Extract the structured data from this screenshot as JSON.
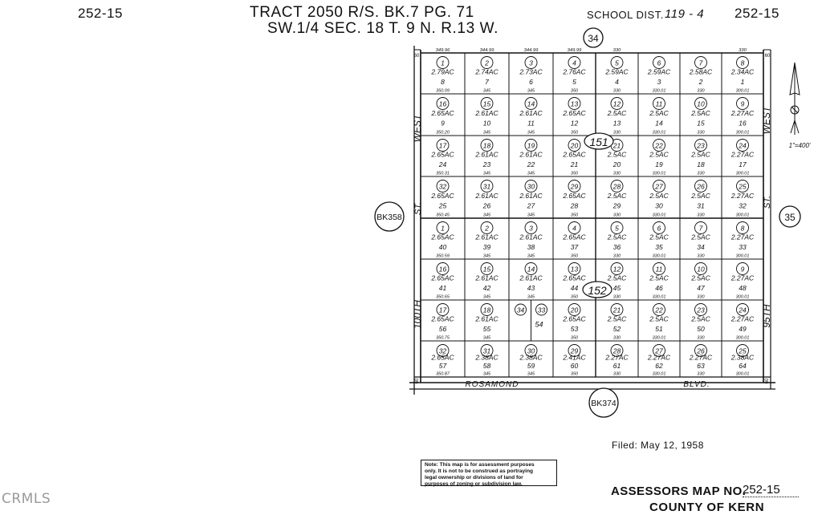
{
  "header": {
    "map_number_left": "252-15",
    "map_number_right": "252-15",
    "title_line1": "TRACT 2050 R/S. BK.7 PG. 71",
    "title_line2": "SW.1/4 SEC. 18 T. 9 N. R.13 W.",
    "school_label": "SCHOOL DIST.",
    "school_value": "119 - 4"
  },
  "adjacent": {
    "top": "34",
    "left": "BK358",
    "right": "35",
    "bottom": "BK374"
  },
  "streets": {
    "west_upper": "WEST",
    "west_lower": "100TH",
    "st_left": "ST.",
    "east_upper": "WEST",
    "east_lower": "95TH",
    "st_right": "ST.",
    "south_a": "ROSAMOND",
    "south_b": "BLVD."
  },
  "block_labels": [
    "151",
    "152"
  ],
  "scale": "1\"=400'",
  "edge_dims": {
    "top_left": "60",
    "bottom_left": "60",
    "bottom_right": "60",
    "top_right": "60"
  },
  "north_arrow": {
    "icon": "north-arrow-icon"
  },
  "parcel_rows": [
    [
      {
        "lot": "1",
        "acres": "2.79AC",
        "parcel": "8",
        "dim": "350.09"
      },
      {
        "lot": "2",
        "acres": "2.74AC",
        "parcel": "7",
        "dim": "345"
      },
      {
        "lot": "3",
        "acres": "2.73AC",
        "parcel": "6",
        "dim": "345"
      },
      {
        "lot": "4",
        "acres": "2.76AC",
        "parcel": "5",
        "dim": "350"
      },
      {
        "lot": "5",
        "acres": "2.59AC",
        "parcel": "4",
        "dim": "330"
      },
      {
        "lot": "6",
        "acres": "2.59AC",
        "parcel": "3",
        "dim": "330.01"
      },
      {
        "lot": "7",
        "acres": "2.58AC",
        "parcel": "2",
        "dim": "330"
      },
      {
        "lot": "8",
        "acres": "2.34AC",
        "parcel": "1",
        "dim": "300.01"
      }
    ],
    [
      {
        "lot": "16",
        "acres": "2.65AC",
        "parcel": "9",
        "dim": "350.20"
      },
      {
        "lot": "15",
        "acres": "2.61AC",
        "parcel": "10",
        "dim": "345"
      },
      {
        "lot": "14",
        "acres": "2.61AC",
        "parcel": "11",
        "dim": "345"
      },
      {
        "lot": "13",
        "acres": "2.65AC",
        "parcel": "12",
        "dim": "350"
      },
      {
        "lot": "12",
        "acres": "2.5AC",
        "parcel": "13",
        "dim": "330"
      },
      {
        "lot": "11",
        "acres": "2.5AC",
        "parcel": "14",
        "dim": "330.01"
      },
      {
        "lot": "10",
        "acres": "2.5AC",
        "parcel": "15",
        "dim": "330"
      },
      {
        "lot": "9",
        "acres": "2.27AC",
        "parcel": "16",
        "dim": "300.01"
      }
    ],
    [
      {
        "lot": "17",
        "acres": "2.65AC",
        "parcel": "24",
        "dim": "350.31"
      },
      {
        "lot": "18",
        "acres": "2.61AC",
        "parcel": "23",
        "dim": "345"
      },
      {
        "lot": "19",
        "acres": "2.61AC",
        "parcel": "22",
        "dim": "345"
      },
      {
        "lot": "20",
        "acres": "2.65AC",
        "parcel": "21",
        "dim": "350"
      },
      {
        "lot": "21",
        "acres": "2.5AC",
        "parcel": "20",
        "dim": "330"
      },
      {
        "lot": "22",
        "acres": "2.5AC",
        "parcel": "19",
        "dim": "330.01"
      },
      {
        "lot": "23",
        "acres": "2.5AC",
        "parcel": "18",
        "dim": "330"
      },
      {
        "lot": "24",
        "acres": "2.27AC",
        "parcel": "17",
        "dim": "300.01"
      }
    ],
    [
      {
        "lot": "32",
        "acres": "2.65AC",
        "parcel": "25",
        "dim": "350.45"
      },
      {
        "lot": "31",
        "acres": "2.61AC",
        "parcel": "26",
        "dim": "345"
      },
      {
        "lot": "30",
        "acres": "2.61AC",
        "parcel": "27",
        "dim": "345"
      },
      {
        "lot": "29",
        "acres": "2.65AC",
        "parcel": "28",
        "dim": "350"
      },
      {
        "lot": "28",
        "acres": "2.5AC",
        "parcel": "29",
        "dim": "330"
      },
      {
        "lot": "27",
        "acres": "2.5AC",
        "parcel": "30",
        "dim": "330.01"
      },
      {
        "lot": "26",
        "acres": "2.5AC",
        "parcel": "31",
        "dim": "330"
      },
      {
        "lot": "25",
        "acres": "2.27AC",
        "parcel": "32",
        "dim": "300.01"
      }
    ],
    [
      {
        "lot": "1",
        "acres": "2.65AC",
        "parcel": "40",
        "dim": "350.59"
      },
      {
        "lot": "2",
        "acres": "2.61AC",
        "parcel": "39",
        "dim": "345"
      },
      {
        "lot": "3",
        "acres": "2.61AC",
        "parcel": "38",
        "dim": "345"
      },
      {
        "lot": "4",
        "acres": "2.65AC",
        "parcel": "37",
        "dim": "350"
      },
      {
        "lot": "5",
        "acres": "2.5AC",
        "parcel": "36",
        "dim": "330"
      },
      {
        "lot": "6",
        "acres": "2.5AC",
        "parcel": "35",
        "dim": "330.01"
      },
      {
        "lot": "7",
        "acres": "2.5AC",
        "parcel": "34",
        "dim": "330"
      },
      {
        "lot": "8",
        "acres": "2.27AC",
        "parcel": "33",
        "dim": "300.01"
      }
    ],
    [
      {
        "lot": "16",
        "acres": "2.65AC",
        "parcel": "41",
        "dim": "350.65"
      },
      {
        "lot": "15",
        "acres": "2.61AC",
        "parcel": "42",
        "dim": "345"
      },
      {
        "lot": "14",
        "acres": "2.61AC",
        "parcel": "43",
        "dim": "345"
      },
      {
        "lot": "13",
        "acres": "2.65AC",
        "parcel": "44",
        "dim": "350"
      },
      {
        "lot": "12",
        "acres": "2.5AC",
        "parcel": "45",
        "dim": "330"
      },
      {
        "lot": "11",
        "acres": "2.5AC",
        "parcel": "46",
        "dim": "330.01"
      },
      {
        "lot": "10",
        "acres": "2.5AC",
        "parcel": "47",
        "dim": "330"
      },
      {
        "lot": "9",
        "acres": "2.27AC",
        "parcel": "48",
        "dim": "300.01"
      }
    ],
    [
      {
        "lot": "17",
        "acres": "2.65AC",
        "parcel": "56",
        "dim": "350.75"
      },
      {
        "lot": "18",
        "acres": "2.61AC",
        "parcel": "55",
        "dim": "345"
      },
      {
        "lot": "34 33",
        "acres": "",
        "parcel": "54",
        "dim": ""
      },
      {
        "lot": "20",
        "acres": "2.65AC",
        "parcel": "53",
        "dim": "350"
      },
      {
        "lot": "21",
        "acres": "2.5AC",
        "parcel": "52",
        "dim": "330"
      },
      {
        "lot": "22",
        "acres": "2.5AC",
        "parcel": "51",
        "dim": "330.01"
      },
      {
        "lot": "23",
        "acres": "2.5AC",
        "parcel": "50",
        "dim": "330"
      },
      {
        "lot": "24",
        "acres": "2.27AC",
        "parcel": "49",
        "dim": "300.01"
      }
    ],
    [
      {
        "lot": "32",
        "acres": "2.65AC",
        "parcel": "57",
        "dim": "350.87"
      },
      {
        "lot": "31",
        "acres": "2.38AC",
        "parcel": "58",
        "dim": "345"
      },
      {
        "lot": "30",
        "acres": "2.38AC",
        "parcel": "59",
        "dim": "345"
      },
      {
        "lot": "29",
        "acres": "2.41AC",
        "parcel": "60",
        "dim": "350"
      },
      {
        "lot": "28",
        "acres": "2.27AC",
        "parcel": "61",
        "dim": "330"
      },
      {
        "lot": "27",
        "acres": "2.27AC",
        "parcel": "62",
        "dim": "330.01"
      },
      {
        "lot": "26",
        "acres": "2.27AC",
        "parcel": "63",
        "dim": "330"
      },
      {
        "lot": "25",
        "acres": "2.38AC",
        "parcel": "64",
        "dim": "300.01"
      }
    ]
  ],
  "top_dims": [
    "349.96",
    "344.99",
    "344.99",
    "349.99",
    "330",
    "",
    "",
    "330"
  ],
  "filed": "Filed:  May  12, 1958",
  "note": {
    "line1": "Note: This map is for assessment purposes",
    "line2": "only. It is not to be construed as portraying",
    "line3": "legal ownership or divisions of land for",
    "line4": "purposes of zoning or subdivision law."
  },
  "assessor": {
    "label": "ASSESSORS MAP NO.",
    "number": "252-15",
    "county": "COUNTY OF KERN"
  },
  "watermark": "CRMLS"
}
